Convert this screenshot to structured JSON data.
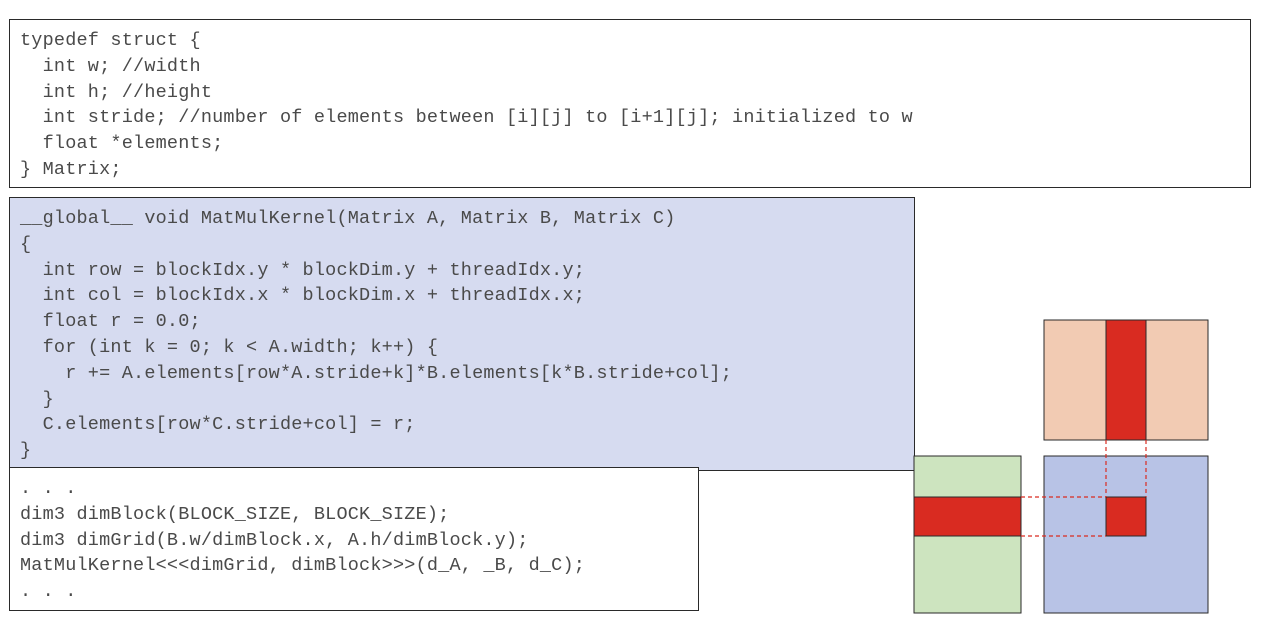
{
  "struct_code": [
    "typedef struct {",
    "  int w; //width",
    "  int h; //height",
    "  int stride; //number of elements between [i][j] to [i+1][j]; initialized to w",
    "  float *elements;",
    "} Matrix;"
  ],
  "kernel_code": [
    "__global__ void MatMulKernel(Matrix A, Matrix B, Matrix C)",
    "{",
    "  int row = blockIdx.y * blockDim.y + threadIdx.y;",
    "  int col = blockIdx.x * blockDim.x + threadIdx.x;",
    "  float r = 0.0;",
    "  for (int k = 0; k < A.width; k++) {",
    "    r += A.elements[row*A.stride+k]*B.elements[k*B.stride+col];",
    "  }",
    "  C.elements[row*C.stride+col] = r;",
    "}"
  ],
  "launch_code": [
    ". . .",
    "dim3 dimBlock(BLOCK_SIZE, BLOCK_SIZE);",
    "dim3 dimGrid(B.w/dimBlock.x, A.h/dimBlock.y);",
    "MatMulKernel<<<dimGrid, dimBlock>>>(d_A, _B, d_C);",
    ". . ."
  ],
  "colors": {
    "matrix_a": "#cde4bf",
    "matrix_b": "#f2cbb3",
    "matrix_c": "#b8c3e6",
    "highlight": "#d92b21",
    "kernel_bg": "#d6dbf0"
  }
}
